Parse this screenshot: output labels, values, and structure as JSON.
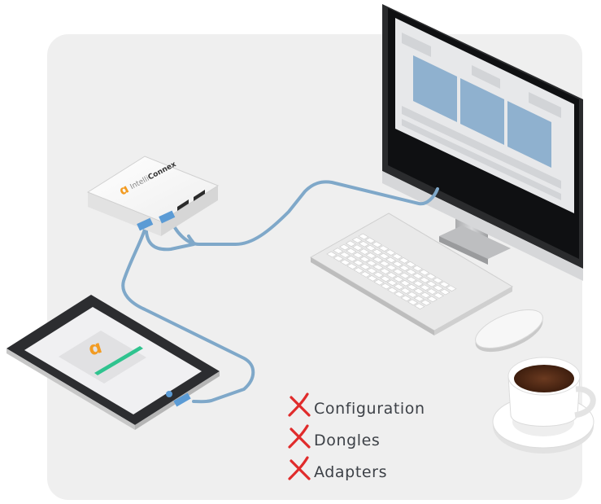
{
  "brand": {
    "name_light": "Intelli",
    "name_bold": "Connex",
    "logo_color": "#f29b22"
  },
  "cable_color": "#7fa8c9",
  "port_color": "#5b9bd5",
  "cross_color": "#e02b2b",
  "tablet_progress_color": "#2fc38f",
  "checklist": {
    "items": [
      {
        "label": "Configuration",
        "icon": "red-cross-icon"
      },
      {
        "label": "Dongles",
        "icon": "red-cross-icon"
      },
      {
        "label": "Adapters",
        "icon": "red-cross-icon"
      }
    ]
  }
}
